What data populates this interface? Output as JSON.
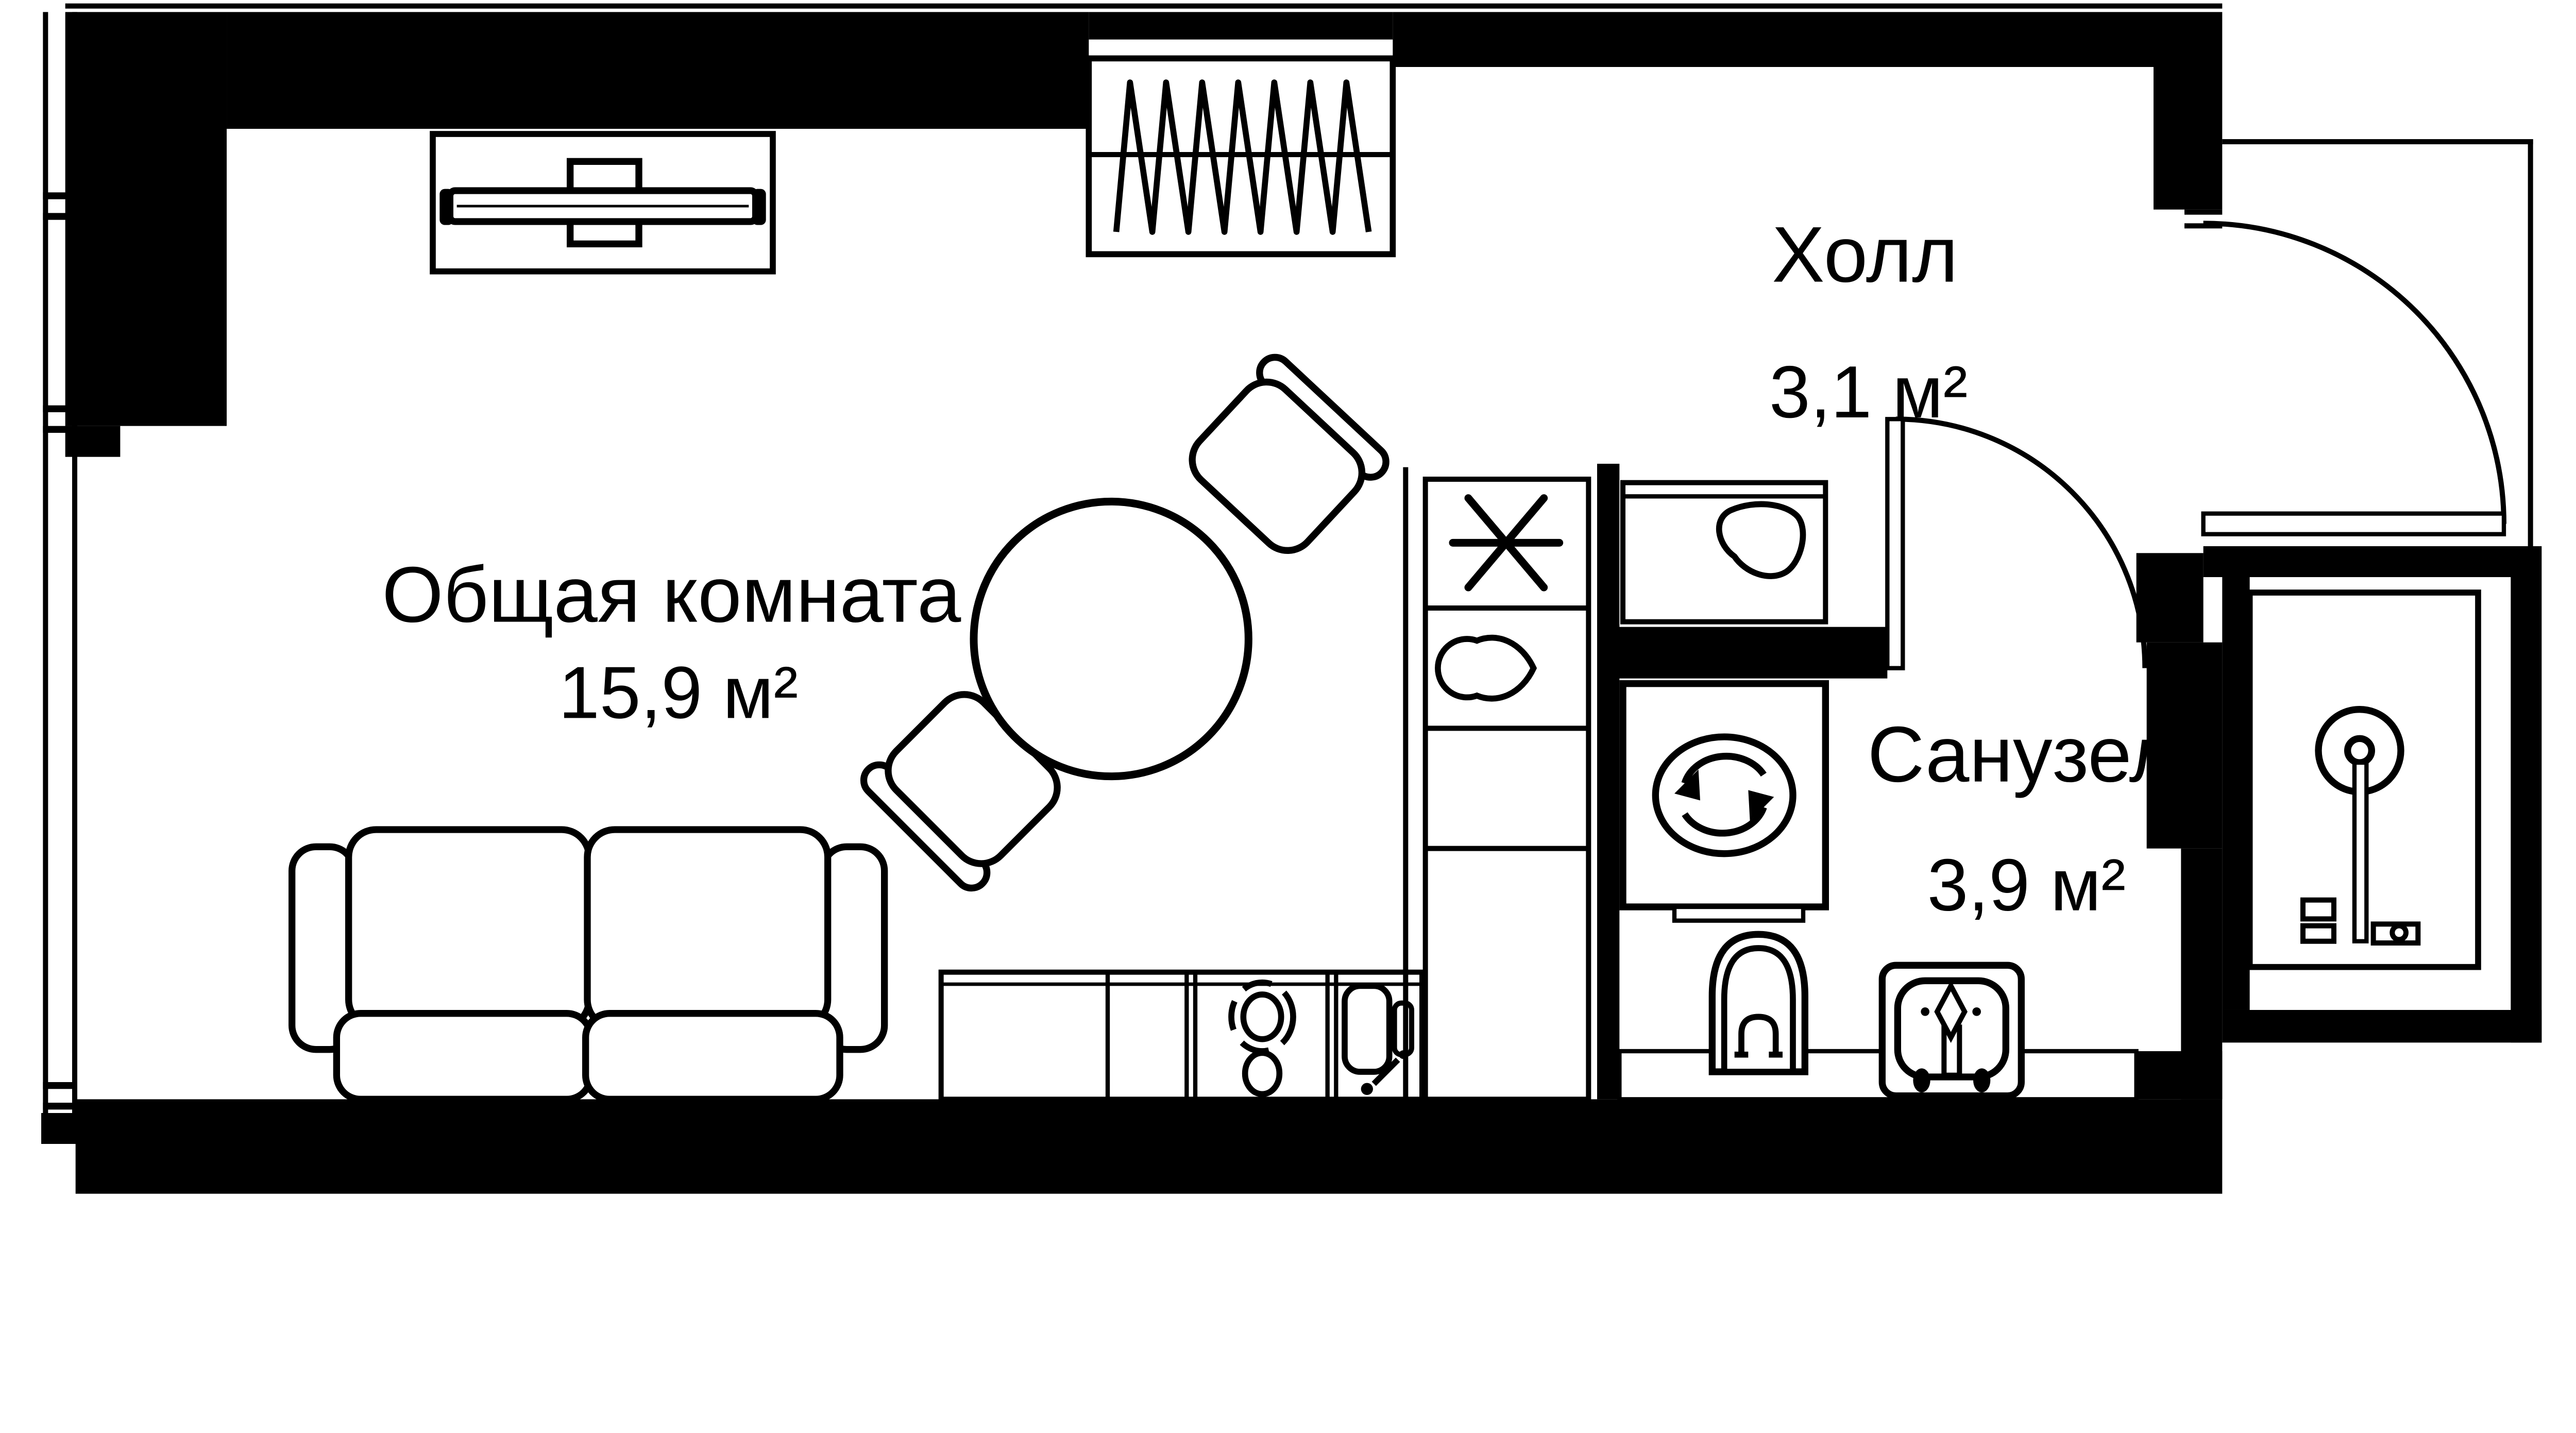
{
  "colors": {
    "wall": "#000000",
    "background": "#ffffff"
  },
  "rooms": [
    {
      "name": "Общая комната",
      "area": "15,9 м²"
    },
    {
      "name": "Холл",
      "area": "3,1 м²"
    },
    {
      "name": "Санузел",
      "area": "3,9 м²"
    }
  ]
}
